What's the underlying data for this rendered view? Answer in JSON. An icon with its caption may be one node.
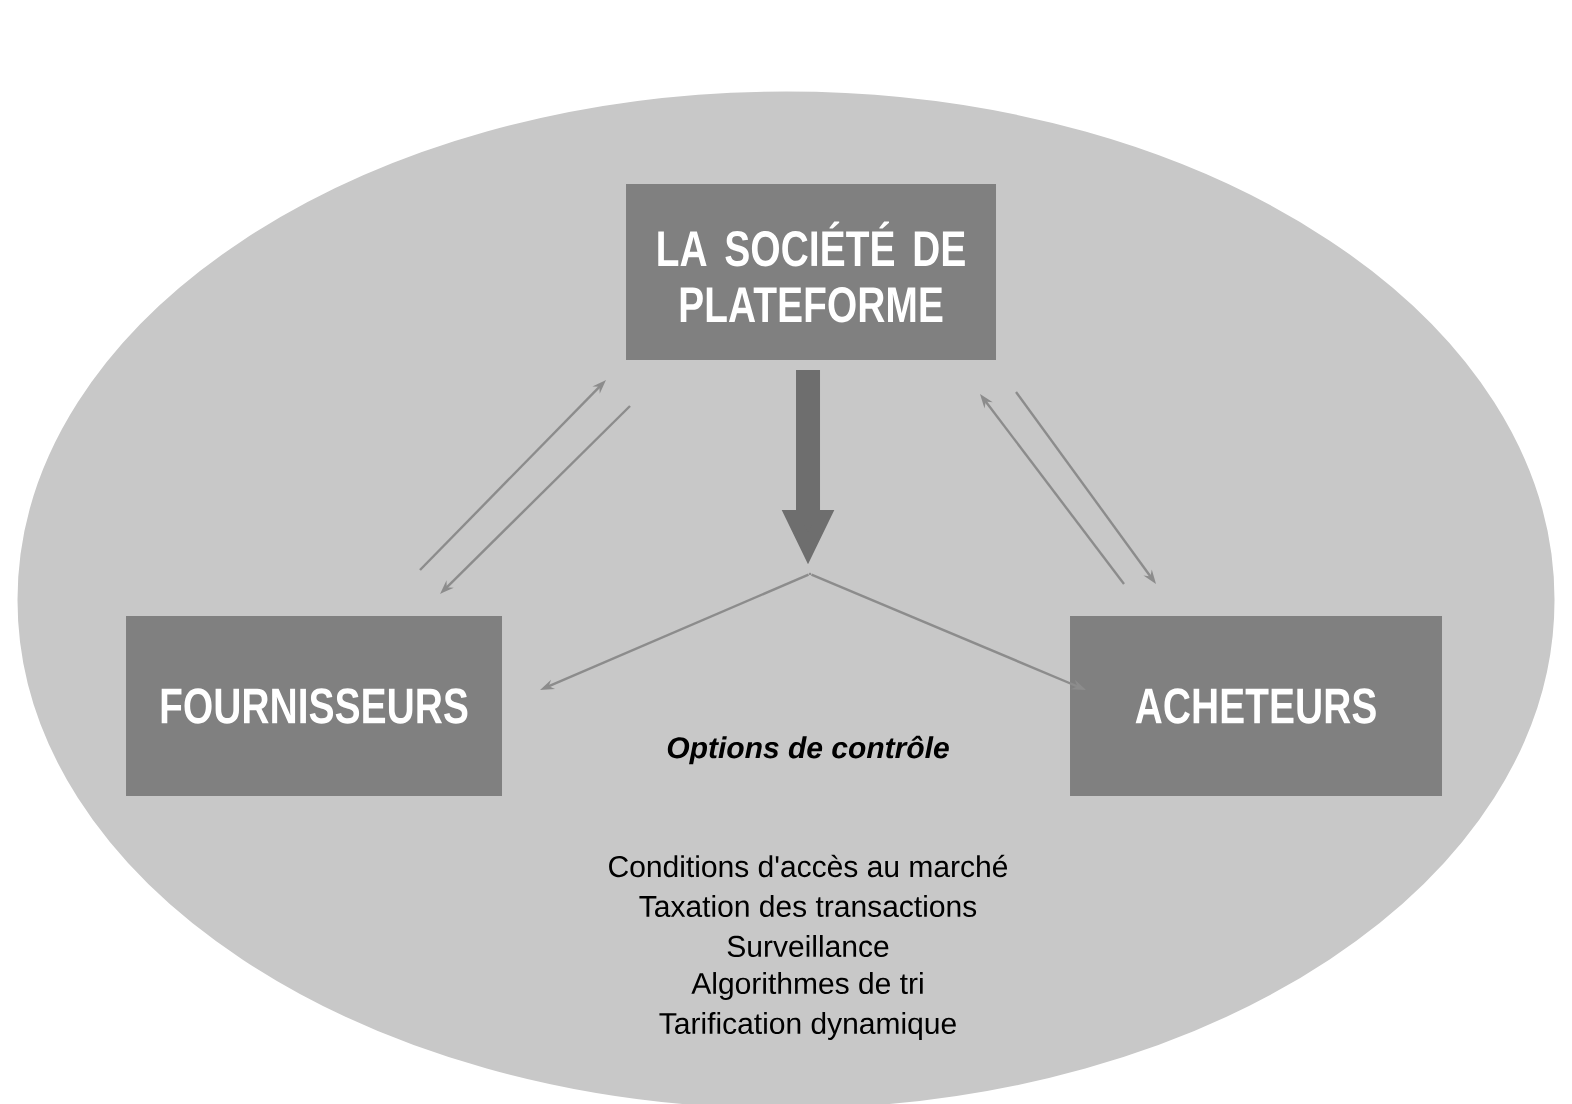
{
  "diagram": {
    "nodes": [
      {
        "text": [],
        "shape": "ellipse"
      },
      {
        "text": [
          "LA SOCIÉTÉ DE PLATEFORME"
        ],
        "in": 0
      },
      {
        "text": [
          "FOURNISSEURS"
        ],
        "in": 0
      },
      {
        "text": [
          "ACHETEURS"
        ],
        "in": 0
      },
      {
        "text": [],
        "shape": "point",
        "in": 0
      }
    ],
    "edges": [
      {
        "from": 2,
        "to": 1,
        "arrow": "to"
      },
      {
        "from": 1,
        "to": 2,
        "arrow": "to"
      },
      {
        "from": 3,
        "to": 1,
        "arrow": "to"
      },
      {
        "from": 1,
        "to": 3,
        "arrow": "to"
      },
      {
        "from": 1,
        "to": 4,
        "arrow": "to",
        "style": "thick",
        "color": "#6e6e6e"
      },
      {
        "from": 4,
        "to": 2,
        "arrow": "to"
      },
      {
        "from": 4,
        "to": 3,
        "arrow": "to"
      }
    ],
    "labels": [
      "Options de contrôle",
      "Conditions d'accès au marché",
      "Taxation des transactions",
      "Surveillance",
      "Algorithmes de tri",
      "Tarification dynamique"
    ]
  }
}
